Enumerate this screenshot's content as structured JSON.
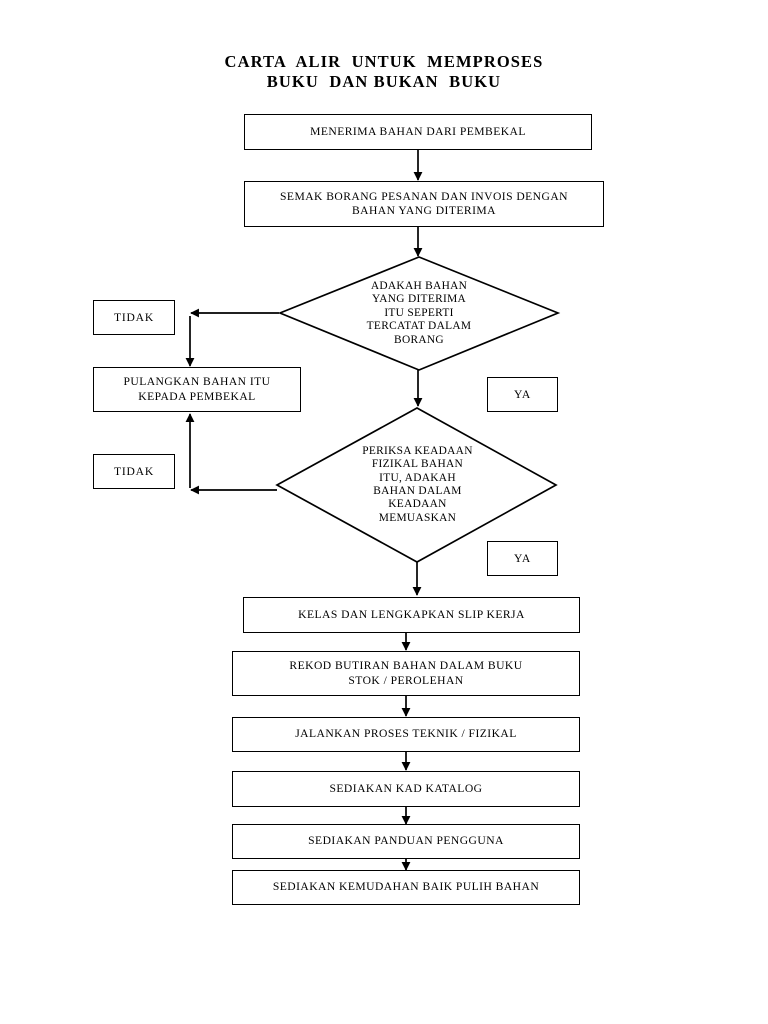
{
  "title": {
    "line1": "CARTA  ALIR  UNTUK  MEMPROSES",
    "line2": "BUKU  DAN BUKAN  BUKU"
  },
  "nodes": {
    "n1": {
      "label": "MENERIMA BAHAN DARI PEMBEKAL",
      "shape": "process"
    },
    "n2": {
      "label": "SEMAK BORANG PESANAN DAN INVOIS DENGAN\nBAHAN YANG DITERIMA",
      "shape": "process"
    },
    "d1": {
      "label": "ADAKAH BAHAN\nYANG DITERIMA\nITU SEPERTI\nTERCATAT DALAM\nBORANG",
      "shape": "decision"
    },
    "tidak1": {
      "label": "TIDAK",
      "shape": "process"
    },
    "ya1": {
      "label": "YA",
      "shape": "process"
    },
    "pulangkan": {
      "label": "PULANGKAN BAHAN ITU\nKEPADA PEMBEKAL",
      "shape": "process"
    },
    "d2": {
      "label": "PERIKSA KEADAAN\nFIZIKAL BAHAN\nITU, ADAKAH\nBAHAN DALAM\nKEADAAN\nMEMUASKAN",
      "shape": "decision"
    },
    "tidak2": {
      "label": "TIDAK",
      "shape": "process"
    },
    "ya2": {
      "label": "YA",
      "shape": "process"
    },
    "n3": {
      "label": "KELAS DAN LENGKAPKAN SLIP KERJA",
      "shape": "process"
    },
    "n4": {
      "label": "REKOD BUTIRAN BAHAN DALAM BUKU\nSTOK / PEROLEHAN",
      "shape": "process"
    },
    "n5": {
      "label": "JALANKAN PROSES TEKNIK / FIZIKAL",
      "shape": "process"
    },
    "n6": {
      "label": "SEDIAKAN KAD KATALOG",
      "shape": "process"
    },
    "n7": {
      "label": "SEDIAKAN PANDUAN PENGGUNA",
      "shape": "process"
    },
    "n8": {
      "label": "SEDIAKAN KEMUDAHAN BAIK PULIH BAHAN",
      "shape": "process"
    }
  },
  "style": {
    "stroke": "#000000",
    "fill": "#ffffff",
    "background": "#ffffff"
  },
  "diagram_data": {
    "type": "flowchart",
    "orientation": "top-to-bottom",
    "edges": [
      {
        "from": "n1",
        "to": "n2",
        "label": ""
      },
      {
        "from": "n2",
        "to": "d1",
        "label": ""
      },
      {
        "from": "d1",
        "to": "tidak1",
        "label": "TIDAK"
      },
      {
        "from": "d1",
        "to": "d2",
        "label": "YA"
      },
      {
        "from": "tidak1",
        "to": "pulangkan",
        "label": ""
      },
      {
        "from": "d2",
        "to": "tidak2",
        "label": "TIDAK"
      },
      {
        "from": "tidak2",
        "to": "pulangkan",
        "label": ""
      },
      {
        "from": "d2",
        "to": "n3",
        "label": "YA"
      },
      {
        "from": "n3",
        "to": "n4",
        "label": ""
      },
      {
        "from": "n4",
        "to": "n5",
        "label": ""
      },
      {
        "from": "n5",
        "to": "n6",
        "label": ""
      },
      {
        "from": "n6",
        "to": "n7",
        "label": ""
      },
      {
        "from": "n7",
        "to": "n8",
        "label": ""
      }
    ]
  }
}
